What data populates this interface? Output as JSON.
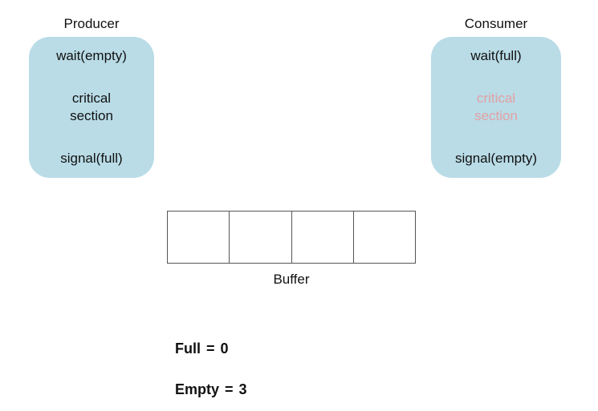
{
  "producer": {
    "title": "Producer",
    "steps": {
      "wait": "wait(empty)",
      "critical_line1": "critical",
      "critical_line2": "section",
      "signal": "signal(full)"
    }
  },
  "consumer": {
    "title": "Consumer",
    "steps": {
      "wait": "wait(full)",
      "critical_line1": "critical",
      "critical_line2": "section",
      "signal": "signal(empty)"
    }
  },
  "buffer": {
    "label": "Buffer",
    "cell_count": 4,
    "cells": [
      "",
      "",
      "",
      ""
    ]
  },
  "counters": [
    {
      "label": "Full",
      "operator": "=",
      "value": "0"
    },
    {
      "label": "Empty",
      "operator": "=",
      "value": "3"
    }
  ],
  "colors": {
    "process_box_fill": "#b9dce7",
    "consumer_critical_text": "#e2a1a4",
    "buffer_border": "#555555"
  }
}
